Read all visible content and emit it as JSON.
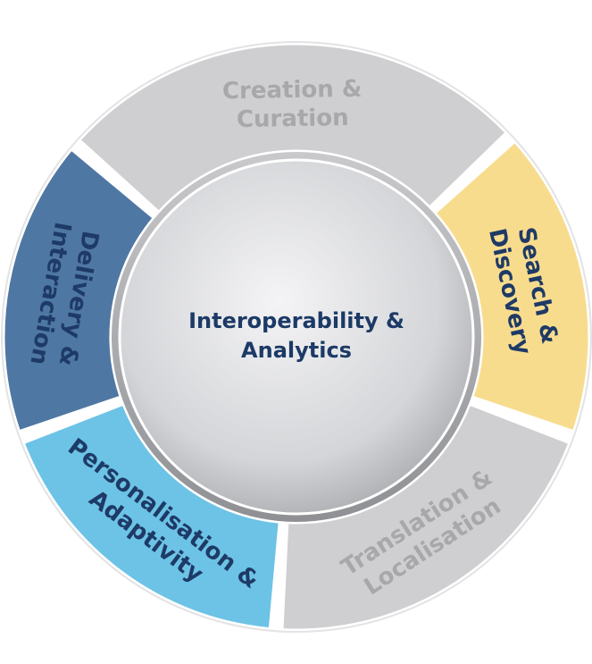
{
  "center": {
    "line1": "Interoperability &",
    "line2": "Analytics"
  },
  "segments": [
    {
      "id": "creation",
      "line1": "Creation &",
      "line2": "Curation",
      "fill": "#cfcfd1",
      "text_color": "#a8a8ab"
    },
    {
      "id": "search",
      "line1": "Search &",
      "line2": "Discovery",
      "fill": "#f8dc8e",
      "text_color": "#1e3a66"
    },
    {
      "id": "translation",
      "line1": "Translation &",
      "line2": "Localisation",
      "fill": "#cfcfd1",
      "text_color": "#a8a8ab"
    },
    {
      "id": "personalisation",
      "line1": "Personalisation &",
      "line2": "Adaptivity",
      "fill": "#6cc3e6",
      "text_color": "#1e3a66"
    },
    {
      "id": "delivery",
      "line1": "Delivery &",
      "line2": "Interaction",
      "fill": "#4f77a3",
      "text_color": "#1e3a66"
    }
  ]
}
